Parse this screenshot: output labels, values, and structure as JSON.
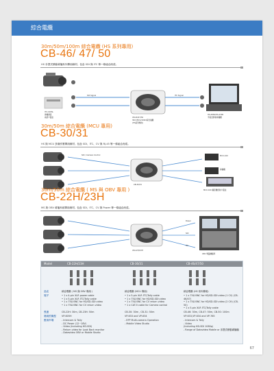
{
  "header": {
    "title": "綜合電纜"
  },
  "sections": [
    {
      "sub": "30m/50m/100m 綜合電纜 (HS 系列專用)",
      "title": "CB-46/ 47/ 50",
      "desc": "HS 手提式移動導播系列專用線材，包含 SDI 與 ITC 等一條組合而成。",
      "labels": [
        "SDI Signal",
        "ITC Signal",
        "CB-46/47/50",
        "30m/50m/100m綜合電纜",
        "(HS系列專用)",
        "HS-2850/HS-2300",
        "手提式移動導播機",
        "ITC-100SL",
        "導播通訊",
        "系統介面盒"
      ]
    },
    {
      "sub": "30m/50m 綜合電纜 (MCU 專用)",
      "title": "CB-30/31",
      "desc": "HS 與 MCU 多機作業專用線材，包含 SDI、ITC、CV 與 RJ-45 等一條組合而成。",
      "labels": [
        "SDI / Camera Control",
        "CB-30/31",
        "MCU-100",
        "導播機",
        "RS-422/232",
        "MCU-100 攝影機控制介面盒"
      ]
    },
    {
      "sub": "30m/50m 綜合電纜 ( MS 與 OBV 專用 )",
      "title": "CB-22H/23H",
      "desc": "MS 與 OBV 導播系統專用線材，包含 SDI、ITC、CV 與 Power 等一條組合而成。",
      "labels": [
        "CB-22H/23H",
        "Power",
        "SDI",
        "ITC",
        "OBV 專業轉播車",
        "MS 系列"
      ]
    }
  ],
  "table": {
    "headers": [
      "Model",
      "CB-22H/23H",
      "CB-30/31",
      "CB-46/47/50"
    ],
    "rows": [
      {
        "label": "品名",
        "cells": [
          "綜合電纜 ( MS 與 OBV 專用 )",
          "綜合電纜 (MCU 專用)",
          "綜合電纜 (HS 系列專用)"
        ]
      },
      {
        "label": "端子",
        "cells": [
          "• 1 x 4-pin XLR power cable\n• 1 x 5-pin XLR ITC/Tally cable\n• 1 x 75Ω BNC for HD/SD-SDI video\n• 1 x 75Ω BNC for CV return video",
          "• 1 x 5-pin XLR ITC/Tally cable\n• 1 x 75Ω BNC for HD/SD-SDI video\n• 1 x 75Ω BNC for CV return video\n• 1 x CAT-5 cable for Camera control",
          "• 1 x 75Ω BNC for HD/SD-SDI video (1 CV) (CB-46/47)\n• 1 x 75Ω BNC for HD/SD-SDI video (2 CH) (CB-50)\n• 1 x 5-pin XLR ITC/Tally cable"
        ]
      },
      {
        "label": "長度",
        "cells": [
          "CB-22H: 30m, CB-23H: 50m",
          "CB-30: 30m , CB-31: 50m",
          "CB-46: 30m, CB-47: 50m, CB-50: 100m"
        ]
      },
      {
        "label": "適用的機型",
        "cells": [
          "VP-605H",
          "VP-633 and VP-634",
          "VP-633,VP-634 and VP-765"
        ]
      },
      {
        "label": "應用市場",
        "cells": [
          "- Intercom & Tally\n- DC Power (12~18V)\n- Video (Including HD-SDI)\n- Return video for Look Back monitor\n- Datavideo OBV or Mobile Studio",
          "- EFP Multi-camera Operation\n- Mobile Video Studio",
          "- Intercom & Tally\n- Video\n  (Including HD-SDI 1080p)\n- Range of Datavideo Mobile or 手提式移動導播機"
        ]
      }
    ]
  },
  "page": {
    "number": "67"
  },
  "colors": {
    "accent": "#e8730c",
    "header_bar": "#3b7cc4",
    "table_head": "#8a8f95"
  }
}
